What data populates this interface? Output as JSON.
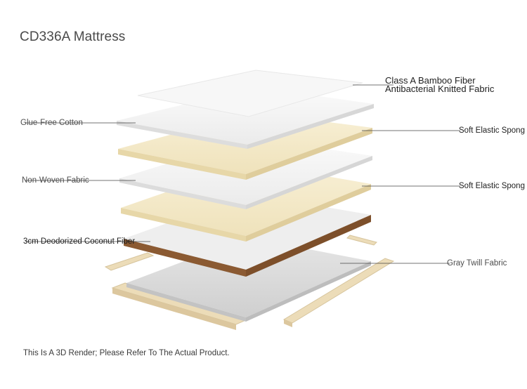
{
  "title": "CD336A Mattress",
  "labels": {
    "bamboo_line1": "Class A Bamboo Fiber",
    "bamboo_line2": "Antibacterial Knitted Fabric",
    "glue_free_cotton": "Glue-Free Cotton",
    "soft_sponge_1": "Soft Elastic Spong",
    "non_woven": "Non-Woven Fabric",
    "soft_sponge_2": "Soft Elastic Spong",
    "coconut": "3cm Deodorized Coconut Fiber",
    "gray_twill": "Gray Twill Fabric"
  },
  "footnote": "This Is A 3D Render; Please Refer To The Actual Product.",
  "colors": {
    "white_layer": "#f4f4f4",
    "cream_layer": "#f3e9c9",
    "coconut_edge": "#8b5a32",
    "gray_layer": "#d9d9d9",
    "line": "#444444"
  }
}
